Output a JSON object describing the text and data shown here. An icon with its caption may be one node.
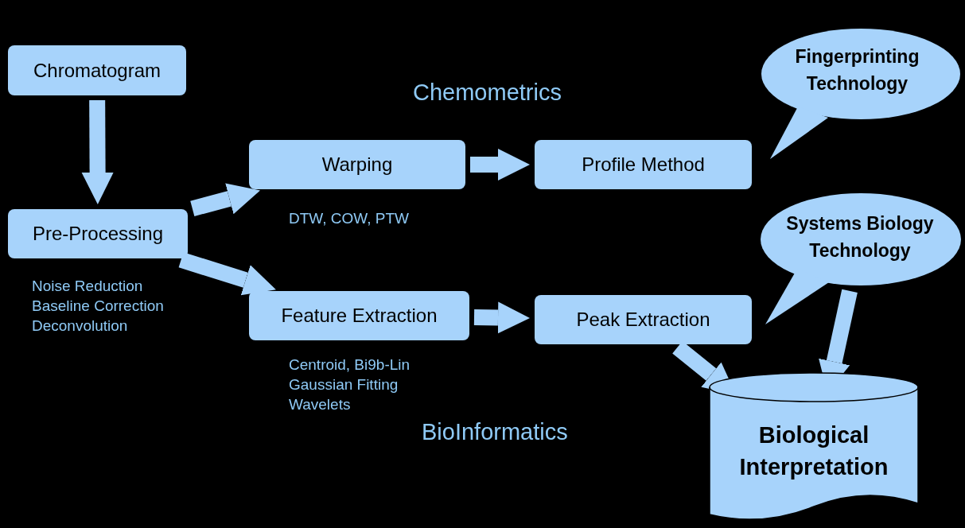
{
  "diagram": {
    "nodes": [
      {
        "text": [
          "Chromatogram"
        ]
      },
      {
        "text": [
          "Pre-Processing"
        ],
        "beside": [
          "Noise Reduction",
          "Baseline Correction",
          "Deconvolution"
        ]
      },
      {
        "text": [
          "Warping"
        ],
        "beside": [
          "DTW, COW, PTW"
        ]
      },
      {
        "text": [
          "Profile Method"
        ]
      },
      {
        "text": [
          "Feature Extraction"
        ],
        "beside": [
          "Centroid, Bi9b-Lin",
          "Gaussian Fitting",
          "Wavelets"
        ]
      },
      {
        "text": [
          "Peak Extraction"
        ]
      },
      {
        "text": [
          "Fingerprinting Technology"
        ]
      },
      {
        "text": [
          "Systems Biology Technology"
        ]
      },
      {
        "text": [
          "Biological Interpretation"
        ]
      }
    ],
    "edges": [
      {
        "from": 0,
        "to": 1,
        "arrow": "to"
      },
      {
        "from": 1,
        "to": 2,
        "arrow": "to"
      },
      {
        "from": 1,
        "to": 4,
        "arrow": "to"
      },
      {
        "from": 2,
        "to": 3,
        "arrow": "to"
      },
      {
        "from": 4,
        "to": 5,
        "arrow": "to"
      },
      {
        "from": 5,
        "to": 8,
        "arrow": "to"
      },
      {
        "from": 7,
        "to": 8,
        "arrow": "to"
      }
    ],
    "labels": [
      "Chemometrics",
      "BioInformatics"
    ]
  }
}
